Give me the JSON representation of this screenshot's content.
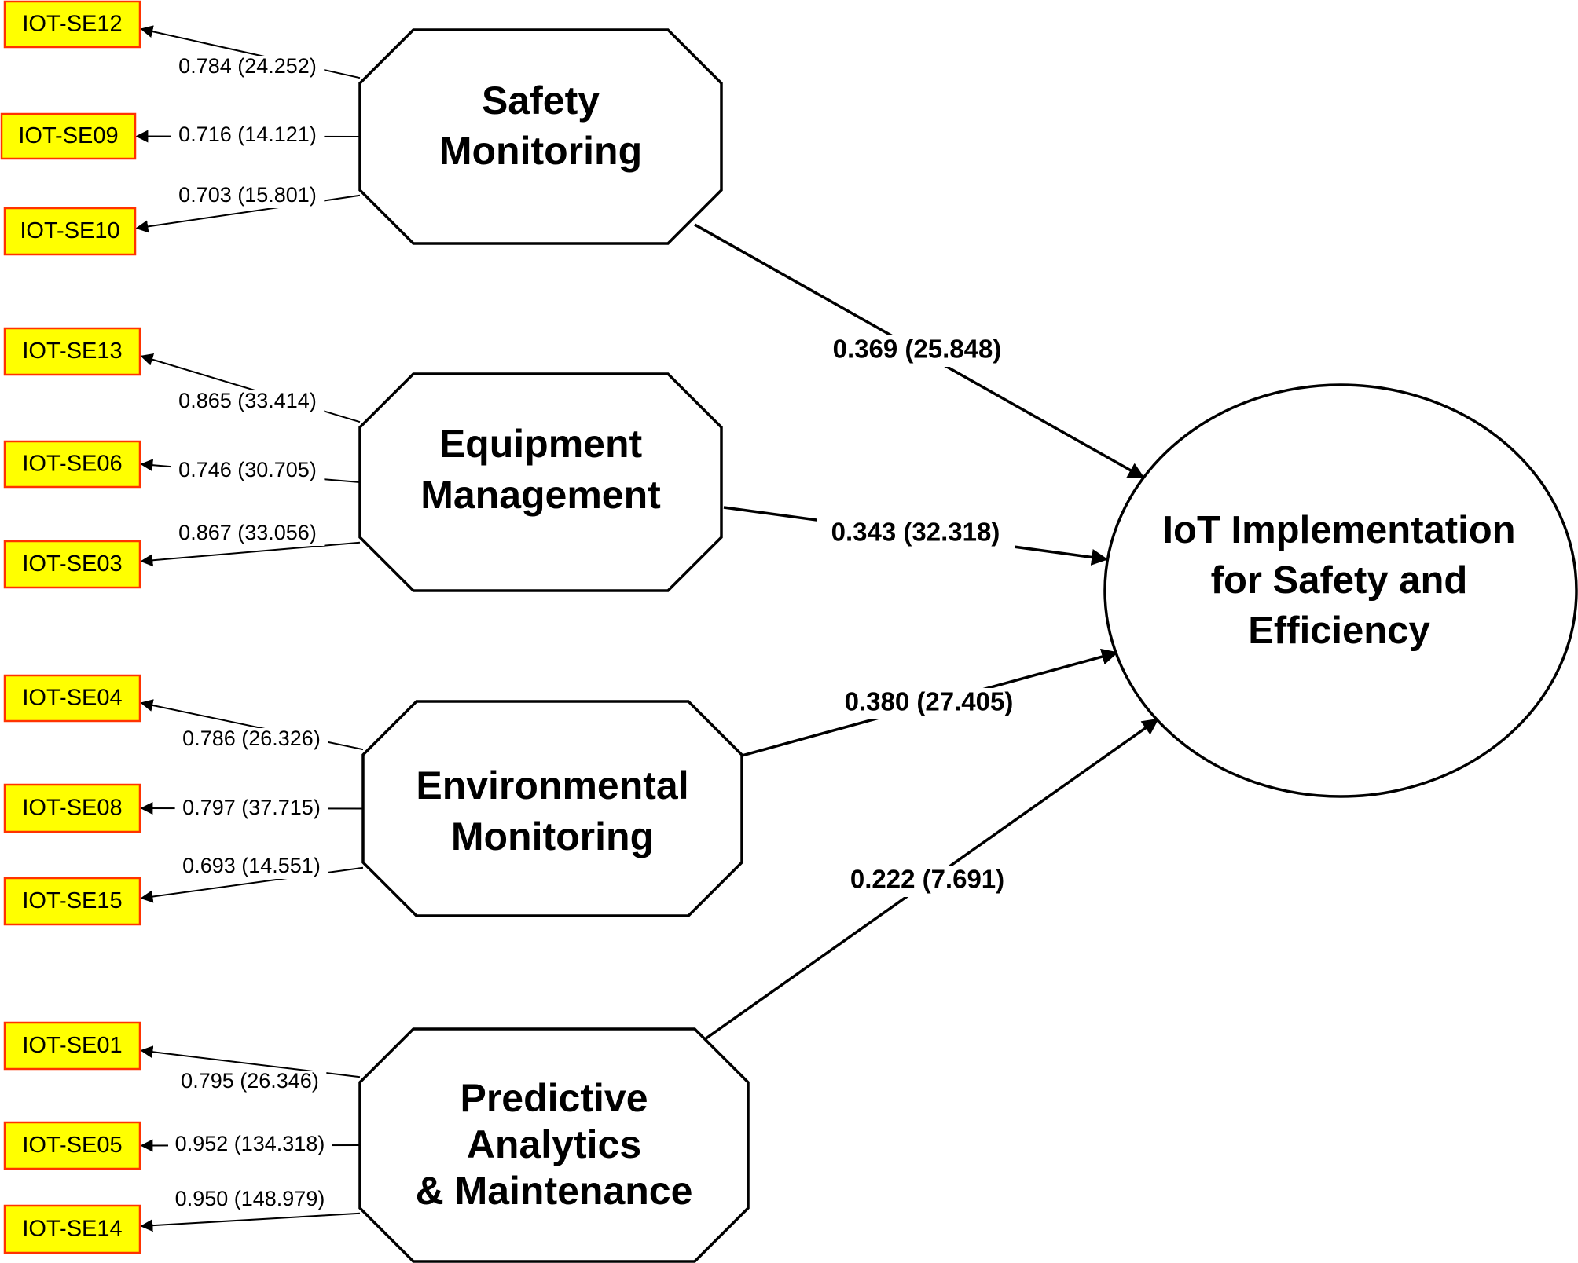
{
  "colors": {
    "indicator_fill": "#ffff00",
    "indicator_border": "#ff3300",
    "line": "#000000",
    "background": "#ffffff"
  },
  "constructs": [
    {
      "id": "safety",
      "lines": [
        "Safety",
        "Monitoring"
      ],
      "indicators": [
        {
          "code": "IOT-SE12",
          "loading": "0.784 (24.252)"
        },
        {
          "code": "IOT-SE09",
          "loading": "0.716 (14.121)"
        },
        {
          "code": "IOT-SE10",
          "loading": "0.703 (15.801)"
        }
      ],
      "path": "0.369 (25.848)"
    },
    {
      "id": "equipment",
      "lines": [
        "Equipment",
        "Management"
      ],
      "indicators": [
        {
          "code": "IOT-SE13",
          "loading": "0.865 (33.414)"
        },
        {
          "code": "IOT-SE06",
          "loading": "0.746 (30.705)"
        },
        {
          "code": "IOT-SE03",
          "loading": "0.867 (33.056)"
        }
      ],
      "path": "0.343 (32.318)"
    },
    {
      "id": "environmental",
      "lines": [
        "Environmental",
        "Monitoring"
      ],
      "indicators": [
        {
          "code": "IOT-SE04",
          "loading": "0.786 (26.326)"
        },
        {
          "code": "IOT-SE08",
          "loading": "0.797 (37.715)"
        },
        {
          "code": "IOT-SE15",
          "loading": "0.693 (14.551)"
        }
      ],
      "path": "0.380 (27.405)"
    },
    {
      "id": "predictive",
      "lines": [
        "Predictive",
        "Analytics",
        "& Maintenance"
      ],
      "indicators": [
        {
          "code": "IOT-SE01",
          "loading": "0.795 (26.346)"
        },
        {
          "code": "IOT-SE05",
          "loading": "0.952 (134.318)"
        },
        {
          "code": "IOT-SE14",
          "loading": "0.950 (148.979)"
        }
      ],
      "path": "0.222 (7.691)"
    }
  ],
  "outcome": {
    "lines": [
      "IoT Implementation",
      "for Safety and",
      "Efficiency"
    ]
  }
}
